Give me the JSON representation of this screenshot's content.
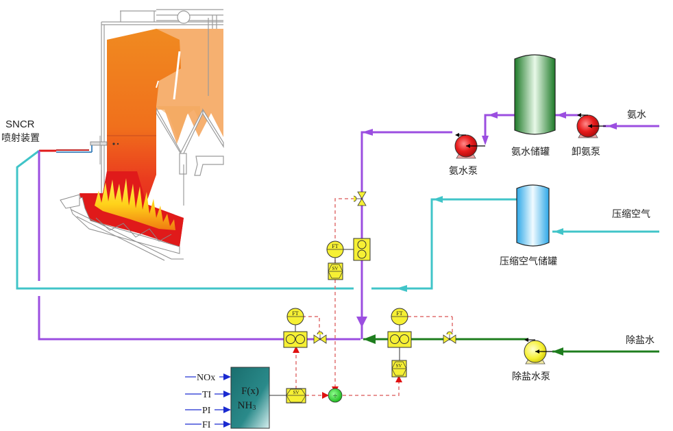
{
  "title": "SNCR 脱硝系统工艺流程图",
  "colors": {
    "ammonia_line": "#9b4ee0",
    "air_line": "#40c4c8",
    "water_line": "#1e7d1e",
    "signal_line": "#e07070",
    "signal_arrow": "#e01010",
    "input_arrow": "#1a2ad0",
    "instrument_fill": "#f6f034",
    "pump_red": "#e01818",
    "pump_yellow": "#f6f034",
    "tank_green": "#2e9a3a",
    "tank_blue": "#5cc8f0",
    "controller": "#1f7f7f",
    "summer": "#22cc22"
  },
  "labels": {
    "sncr_line1": "SNCR",
    "sncr_line2": "喷射装置",
    "ammonia_water_in": "氨水",
    "ammonia_tank": "氨水储罐",
    "unload_pump": "卸氨泵",
    "ammonia_pump": "氨水泵",
    "compressed_air_in": "压缩空气",
    "air_tank": "压缩空气储罐",
    "demin_water_in": "除盐水",
    "demin_pump": "除盐水泵"
  },
  "controller": {
    "line1": "F(x)",
    "line2": "NH",
    "line2_sub": "3",
    "inputs": [
      "NOx",
      "TI",
      "PI",
      "FI"
    ]
  },
  "instruments": {
    "flow_transmitter": "FT",
    "servo": "SV",
    "summer_symbol": "÷"
  }
}
